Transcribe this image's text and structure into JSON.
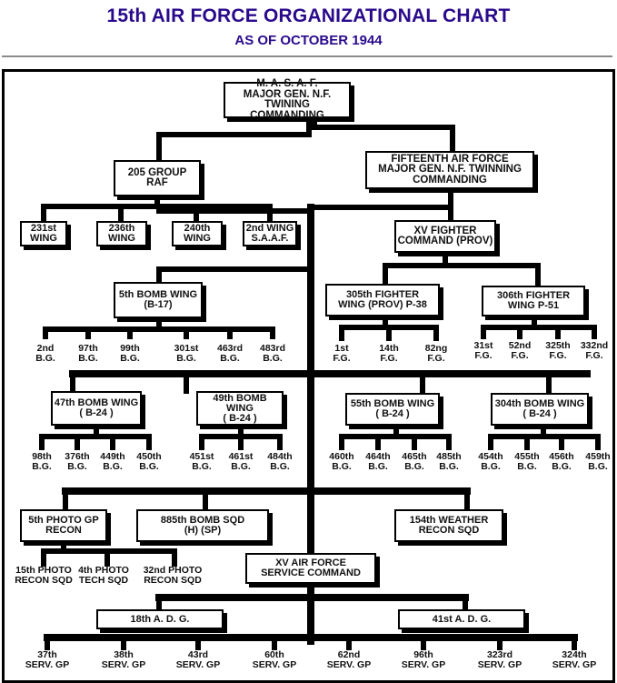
{
  "header": {
    "title": "15th AIR FORCE ORGANIZATIONAL CHART",
    "subtitle": "AS OF OCTOBER 1944",
    "title_color": "#2a0a8c"
  },
  "nodes": {
    "masaf": [
      "M. A. S. A. F.",
      "MAJOR GEN.  N.F. TWINING",
      "COMMANDING"
    ],
    "group205": [
      "205 GROUP",
      "RAF"
    ],
    "fifteenth": [
      "FIFTEENTH AIR FORCE",
      "MAJOR GEN. N.F. TWINNING",
      "COMMANDING"
    ],
    "raf_wings": [
      [
        "231st",
        "WING"
      ],
      [
        "236th",
        "WING"
      ],
      [
        "240th",
        "WING"
      ],
      [
        "2nd WING",
        "S.A.A.F."
      ]
    ],
    "fighter_command": [
      "XV FIGHTER",
      "COMMAND (PROV)"
    ],
    "bomb5": [
      "5th BOMB WING",
      "(B-17)"
    ],
    "bomb5_groups": [
      [
        "2nd",
        "B.G."
      ],
      [
        "97th",
        "B.G."
      ],
      [
        "99th",
        "B.G."
      ],
      [
        "301st",
        "B.G."
      ],
      [
        "463rd",
        "B.G."
      ],
      [
        "483rd",
        "B.G."
      ]
    ],
    "fw305": [
      "305th FIGHTER",
      "WING (PROV) P-38"
    ],
    "fw305_groups": [
      [
        "1st",
        "F.G."
      ],
      [
        "14th",
        "F.G."
      ],
      [
        "82ng",
        "F.G."
      ]
    ],
    "fw306": [
      "306th FIGHTER",
      "WING  P-51"
    ],
    "fw306_groups": [
      [
        "31st",
        "F.G."
      ],
      [
        "52nd",
        "F.G."
      ],
      [
        "325th",
        "F.G."
      ],
      [
        "332nd",
        "F.G."
      ]
    ],
    "bomb47": [
      "47th BOMB WING",
      "( B-24 )"
    ],
    "bomb47_groups": [
      [
        "98th",
        "B.G."
      ],
      [
        "376th",
        "B.G."
      ],
      [
        "449th",
        "B.G."
      ],
      [
        "450th",
        "B.G."
      ]
    ],
    "bomb49": [
      "49th BOMB WING",
      "( B-24 )"
    ],
    "bomb49_groups": [
      [
        "451st",
        "B.G."
      ],
      [
        "461st",
        "B.G."
      ],
      [
        "484th",
        "B.G."
      ]
    ],
    "bomb55": [
      "55th BOMB WING",
      "( B-24 )"
    ],
    "bomb55_groups": [
      [
        "460th",
        "B.G."
      ],
      [
        "464th",
        "B.G."
      ],
      [
        "465th",
        "B.G."
      ],
      [
        "485th",
        "B.G."
      ]
    ],
    "bomb304": [
      "304th BOMB WING",
      "( B-24 )"
    ],
    "bomb304_groups": [
      [
        "454th",
        "B.G."
      ],
      [
        "455th",
        "B.G."
      ],
      [
        "456th",
        "B.G."
      ],
      [
        "459th",
        "B.G."
      ]
    ],
    "photo5": [
      "5th PHOTO GP",
      "RECON"
    ],
    "photo5_units": [
      [
        "15th PHOTO",
        "RECON SQD"
      ],
      [
        "4th PHOTO",
        "TECH SQD"
      ],
      [
        "32nd PHOTO",
        "RECON SQD"
      ]
    ],
    "bomb885": [
      "885th BOMB SQD",
      "(H) (SP)"
    ],
    "weather154": [
      "154th  WEATHER",
      "RECON SQD"
    ],
    "service_command": [
      "XV AIR FORCE",
      "SERVICE COMMAND"
    ],
    "adg18": [
      "18th A. D. G."
    ],
    "adg41": [
      "41st A. D. G."
    ],
    "service_groups": [
      [
        "37th",
        "SERV. GP"
      ],
      [
        "38th",
        "SERV. GP"
      ],
      [
        "43rd",
        "SERV. GP"
      ],
      [
        "60th",
        "SERV. GP"
      ],
      [
        "62nd",
        "SERV. GP"
      ],
      [
        "96th",
        "SERV. GP"
      ],
      [
        "323rd",
        "SERV. GP"
      ],
      [
        "324th",
        "SERV. GP"
      ]
    ]
  }
}
